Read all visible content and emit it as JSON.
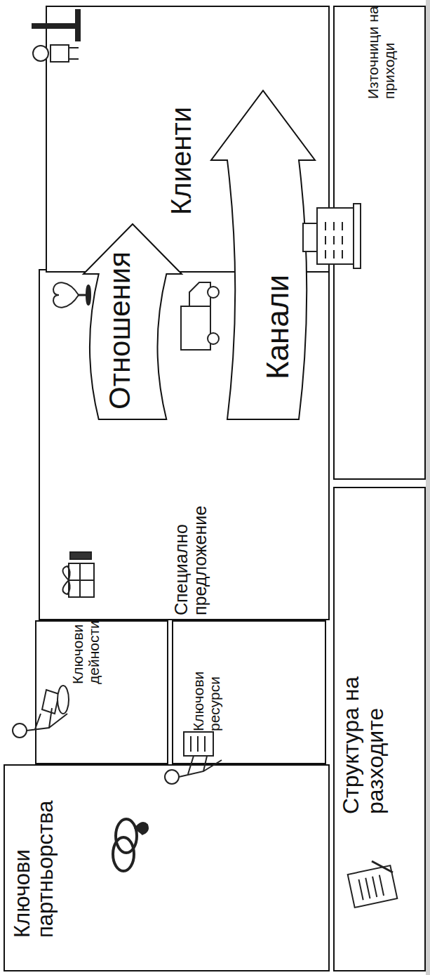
{
  "diagram": {
    "nodes": [
      {
        "text": [
          "Ключови партньорства"
        ]
      },
      {
        "text": [
          "Ключови дейности"
        ]
      },
      {
        "text": [
          "Ключови ресурси"
        ]
      },
      {
        "text": [
          "Специално предложение"
        ]
      },
      {
        "text": [
          "Отношения"
        ]
      },
      {
        "text": [
          "Канали"
        ]
      },
      {
        "text": [
          "Клиенти"
        ]
      },
      {
        "text": [
          "Структура на разходите"
        ]
      },
      {
        "text": [
          "Източници на приходи"
        ]
      }
    ]
  }
}
